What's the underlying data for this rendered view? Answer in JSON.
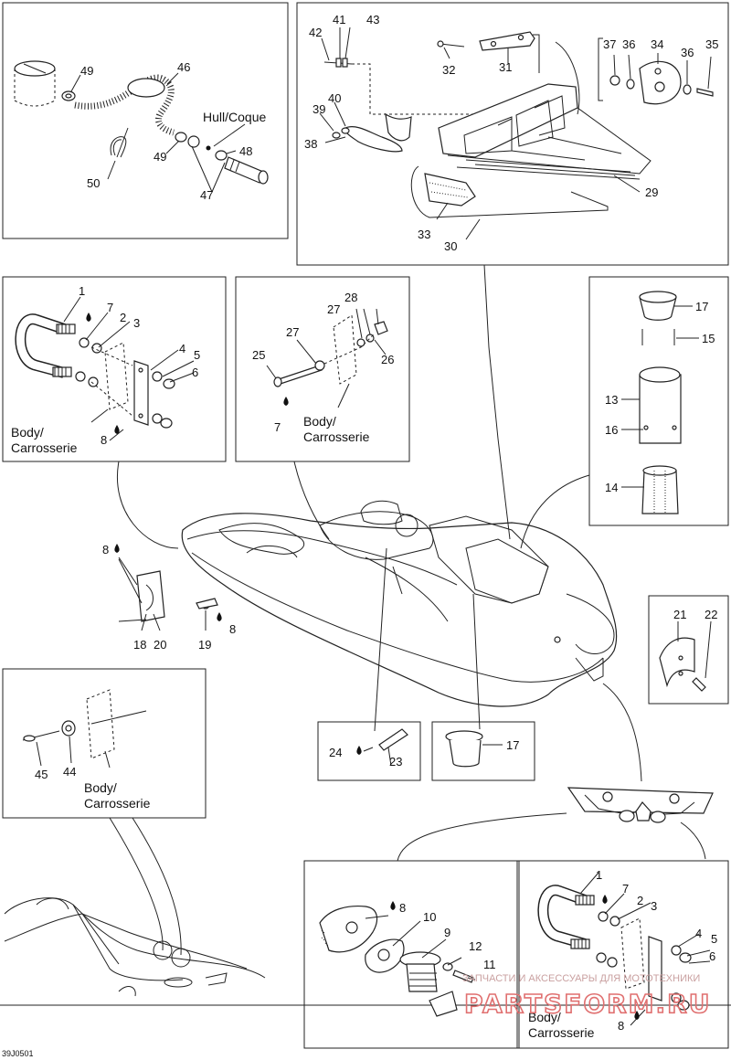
{
  "drawing_code": "39J0501",
  "watermark": {
    "line1": "ЗАПЧАСТИ И АКСЕССУАРЫ ДЛЯ МОТОТЕХНИКИ",
    "line2": "PARTSFORM.RU"
  },
  "texts": {
    "hull_coque": "Hull/Coque",
    "body": "Body/",
    "carrosserie": "Carrosserie"
  },
  "callouts": {
    "c1": "1",
    "c2": "2",
    "c3": "3",
    "c4": "4",
    "c5": "5",
    "c6": "6",
    "c7": "7",
    "c8": "8",
    "c9": "9",
    "c10": "10",
    "c11": "11",
    "c12": "12",
    "c13": "13",
    "c14": "14",
    "c15": "15",
    "c16": "16",
    "c17": "17",
    "c18": "18",
    "c19": "19",
    "c20": "20",
    "c21": "21",
    "c22": "22",
    "c23": "23",
    "c24": "24",
    "c25": "25",
    "c26": "26",
    "c27": "27",
    "c28": "28",
    "c29": "29",
    "c30": "30",
    "c31": "31",
    "c32": "32",
    "c33": "33",
    "c34": "34",
    "c35": "35",
    "c36": "36",
    "c37": "37",
    "c38": "38",
    "c39": "39",
    "c40": "40",
    "c41": "41",
    "c42": "42",
    "c43": "43",
    "c44": "44",
    "c45": "45",
    "c46": "46",
    "c47": "47",
    "c48": "48",
    "c49": "49",
    "c50": "50"
  }
}
